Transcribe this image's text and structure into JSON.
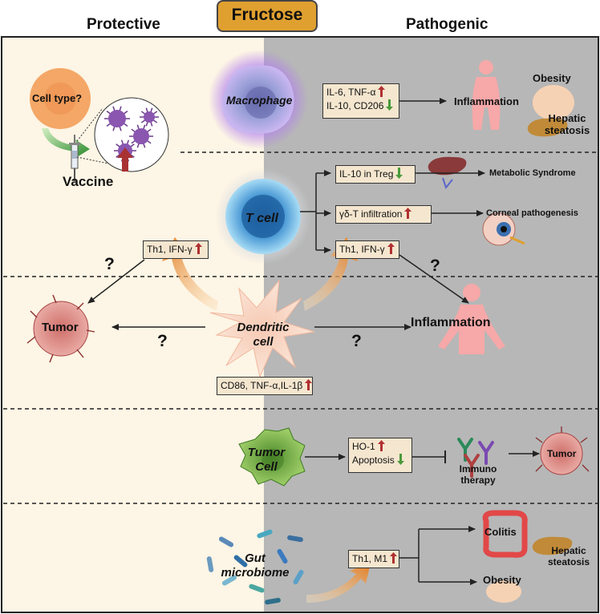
{
  "headers": {
    "fructose": "Fructose",
    "protective": "Protective",
    "pathogenic": "Pathogenic"
  },
  "cells": {
    "macrophage": "Macrophage",
    "t_cell": "T cell",
    "dendritic": "Dendritic cell",
    "tumor_cell": "Tumor Cell",
    "gut": "Gut microbiome",
    "cell_type": "Cell type?"
  },
  "boxes": {
    "macro_line1": "IL-6, TNF-α",
    "macro_line2": "IL-10, CD206",
    "treg": "IL-10 in Treg",
    "gd_t": "γδ-T infiltration",
    "th1_right": "Th1, IFN-γ",
    "th1_left": "Th1, IFN-γ",
    "cd86": "CD86, TNF-α,IL-1β",
    "ho1": "HO-1",
    "apoptosis": "Apoptosis",
    "th1_m1": "Th1, M1"
  },
  "outcomes": {
    "inflammation_top": "Inflammation",
    "obesity_top": "Obesity",
    "hepatic_top": "Hepatic steatosis",
    "metabolic": "Metabolic Syndrome",
    "corneal": "Corneal pathogenesis",
    "inflammation_mid": "Inflammation",
    "tumor_left": "Tumor",
    "vaccine": "Vaccine",
    "immunotherapy": "Immuno therapy",
    "tumor_right": "Tumor",
    "colitis": "Colitis",
    "hepatic_bottom": "Hepatic steatosis",
    "obesity_bottom": "Obesity"
  },
  "question_mark": "?",
  "colors": {
    "protective_bg": "#fdf5e5",
    "pathogenic_bg": "#b7b7b7",
    "fructose": "#e0a030",
    "box_fill": "#f5e6cf",
    "up_arrow": "#b03030",
    "down_arrow": "#4a9a3a"
  }
}
